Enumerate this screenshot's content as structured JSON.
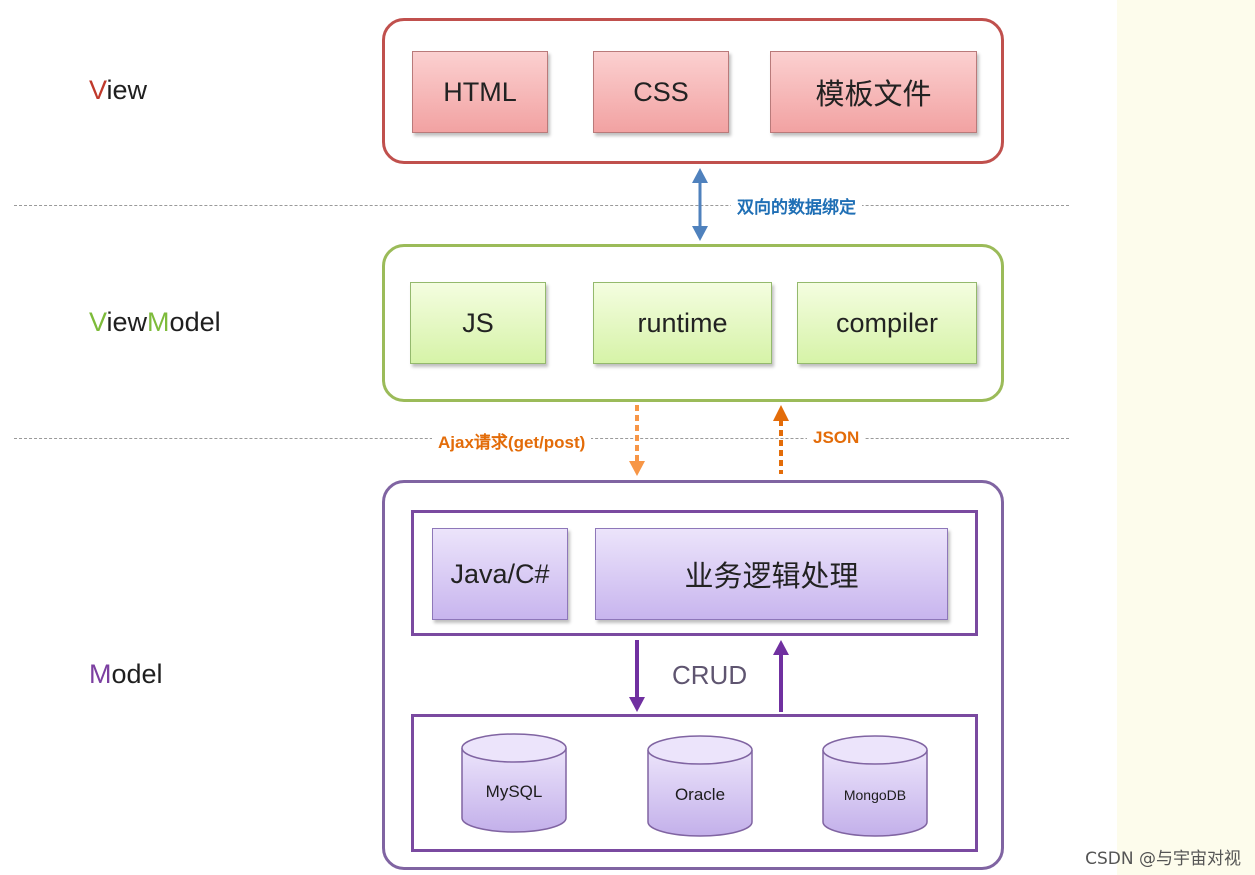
{
  "layers": {
    "view": {
      "initial": "V",
      "rest": "iew",
      "initial_color": "#c0392b"
    },
    "viewmodel": {
      "parts": [
        {
          "text": "V",
          "color": "#7dbb3a"
        },
        {
          "text": "iew",
          "color": "#1f1f1f"
        },
        {
          "text": "M",
          "color": "#7dbb3a"
        },
        {
          "text": "odel",
          "color": "#1f1f1f"
        }
      ]
    },
    "model": {
      "initial": "M",
      "rest": "odel",
      "initial_color": "#7b3fa0"
    }
  },
  "view_boxes": [
    "HTML",
    "CSS",
    "模板文件"
  ],
  "viewmodel_boxes": [
    "JS",
    "runtime",
    "compiler"
  ],
  "model_boxes": {
    "lang": "Java/C#",
    "logic": "业务逻辑处理"
  },
  "annotations": {
    "binding": "双向的数据绑定",
    "ajax": "Ajax请求(get/post)",
    "json": "JSON",
    "crud": "CRUD"
  },
  "databases": [
    "MySQL",
    "Oracle",
    "MongoDB"
  ],
  "colors": {
    "view_border": "#c0504d",
    "viewmodel_border": "#9bbb59",
    "model_border": "#8064a2",
    "binding_arrow": "#4f81bd",
    "ajax_arrow": "#f79646",
    "binding_text": "#1f6fb5",
    "ajax_text": "#e36c09"
  },
  "watermark": "CSDN @与宇宙对视"
}
